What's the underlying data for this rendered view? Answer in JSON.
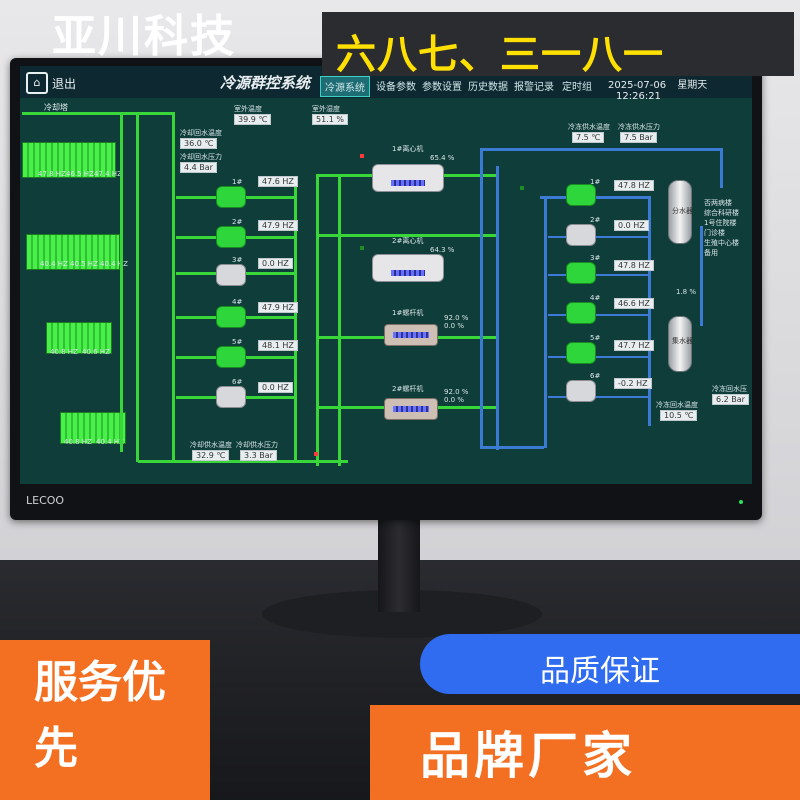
{
  "overlay": {
    "company": "亚川科技",
    "slogan": "六八七、三一八一",
    "left_box": "服务优先",
    "pill": "品质保证",
    "bottom": "品牌厂家"
  },
  "monitor": {
    "brand": "LECOO"
  },
  "topbar": {
    "exit": "退出",
    "title": "冷源群控系统",
    "tabs": [
      "冷源系统",
      "设备参数",
      "参数设置",
      "历史数据",
      "报警记录",
      "定时组"
    ],
    "active_tab": "冷源系统",
    "date": "2025-07-06",
    "weekday": "星期天",
    "time": "12:26:21"
  },
  "cooling_tower": {
    "label": "冷却塔",
    "groups": [
      [
        "47.8 HZ",
        "46.5 HZ",
        "47.4 HZ"
      ],
      [
        "40.4 HZ",
        "40.5 HZ",
        "40.4 HZ"
      ],
      [
        "40.8 HZ",
        "40.6 HZ"
      ],
      [
        "40.8 HZ",
        "40.4 HZ"
      ]
    ]
  },
  "readings": {
    "outdoor_temp_label": "室外温度",
    "outdoor_temp": "39.9 ℃",
    "outdoor_humidity_label": "室外湿度",
    "outdoor_humidity": "51.1 %",
    "cw_return_temp_label": "冷却回水温度",
    "cw_return_temp": "36.0 ℃",
    "cw_return_pressure_label": "冷却回水压力",
    "cw_return_pressure": "4.4 Bar",
    "cw_supply_temp_label": "冷却供水温度",
    "cw_supply_temp": "32.9 ℃",
    "cw_supply_pressure_label": "冷却供水压力",
    "cw_supply_pressure": "3.3 Bar",
    "chw_supply_temp_label": "冷冻供水温度",
    "chw_supply_temp": "7.5 ℃",
    "chw_supply_pressure_label": "冷冻供水压力",
    "chw_supply_pressure": "7.5 Bar",
    "chw_return_temp_label": "冷冻回水温度",
    "chw_return_temp": "10.5 ℃",
    "chw_return_pressure_label": "冷冻回水压力",
    "chw_return_pressure": "6.2 Bar",
    "bypass": "1.8 %"
  },
  "cw_pumps": [
    {
      "id": "1#",
      "hz": "47.6 HZ"
    },
    {
      "id": "2#",
      "hz": "47.9 HZ"
    },
    {
      "id": "3#",
      "hz": "0.0 HZ"
    },
    {
      "id": "4#",
      "hz": "47.9 HZ"
    },
    {
      "id": "5#",
      "hz": "48.1 HZ"
    },
    {
      "id": "6#",
      "hz": "0.0 HZ"
    }
  ],
  "chillers": [
    {
      "name": "1#离心机",
      "load": "65.4 %",
      "extra": ""
    },
    {
      "name": "2#离心机",
      "load": "64.3 %",
      "extra": ""
    },
    {
      "name": "1#螺杆机",
      "load": "92.0 %",
      "extra": "0.0 %"
    },
    {
      "name": "2#螺杆机",
      "load": "92.0 %",
      "extra": "0.0 %"
    }
  ],
  "chw_pumps": [
    {
      "id": "1#",
      "hz": "47.8 HZ"
    },
    {
      "id": "2#",
      "hz": "0.0 HZ"
    },
    {
      "id": "3#",
      "hz": "47.8 HZ"
    },
    {
      "id": "4#",
      "hz": "46.6 HZ"
    },
    {
      "id": "5#",
      "hz": "47.7 HZ"
    },
    {
      "id": "6#",
      "hz": "-0.2 HZ"
    }
  ],
  "vessels": {
    "supply": "分水器",
    "return": "集水器",
    "outlets": [
      "否两病楼",
      "综合科研楼",
      "1号住院楼",
      "门诊楼",
      "生殖中心楼",
      "备用"
    ]
  }
}
